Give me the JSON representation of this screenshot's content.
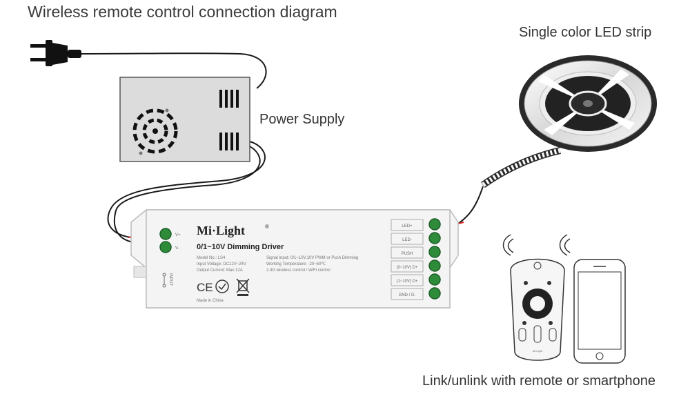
{
  "title": "Wireless remote control connection diagram",
  "labels": {
    "strip": "Single color LED strip",
    "power_supply": "Power Supply",
    "link": "Link/unlink with remote or smartphone"
  },
  "driver": {
    "brand": "Mi·Light",
    "registered": "®",
    "model_title": "0/1~10V Dimming Driver",
    "spec_left": [
      "Model No.: LS4",
      "Input Voltage: DC12V~24V",
      "Output Current: Max 12A"
    ],
    "spec_right": [
      "Signal Input: 0/1~10V,10V PWM or Push Dimming",
      "Working Temperature: -20~60℃",
      "2.4G wireless control / WiFi control"
    ],
    "made_in": "Made in China",
    "input_label": "INPUT",
    "input_terms": [
      "V+",
      "V-"
    ],
    "output_terms": [
      "LED+",
      "LED-",
      "PUSH",
      "(0~10V) D+",
      "(1~10V) D+",
      "GND / D-"
    ]
  },
  "remote": {
    "brand": "Mi·Light"
  },
  "colors": {
    "wire": "#1a1a1a",
    "red_wire": "#d42020",
    "terminal_green": "#2e8b3a",
    "device_body": "#f4f4f4",
    "psu_body": "#dcdcdc"
  }
}
